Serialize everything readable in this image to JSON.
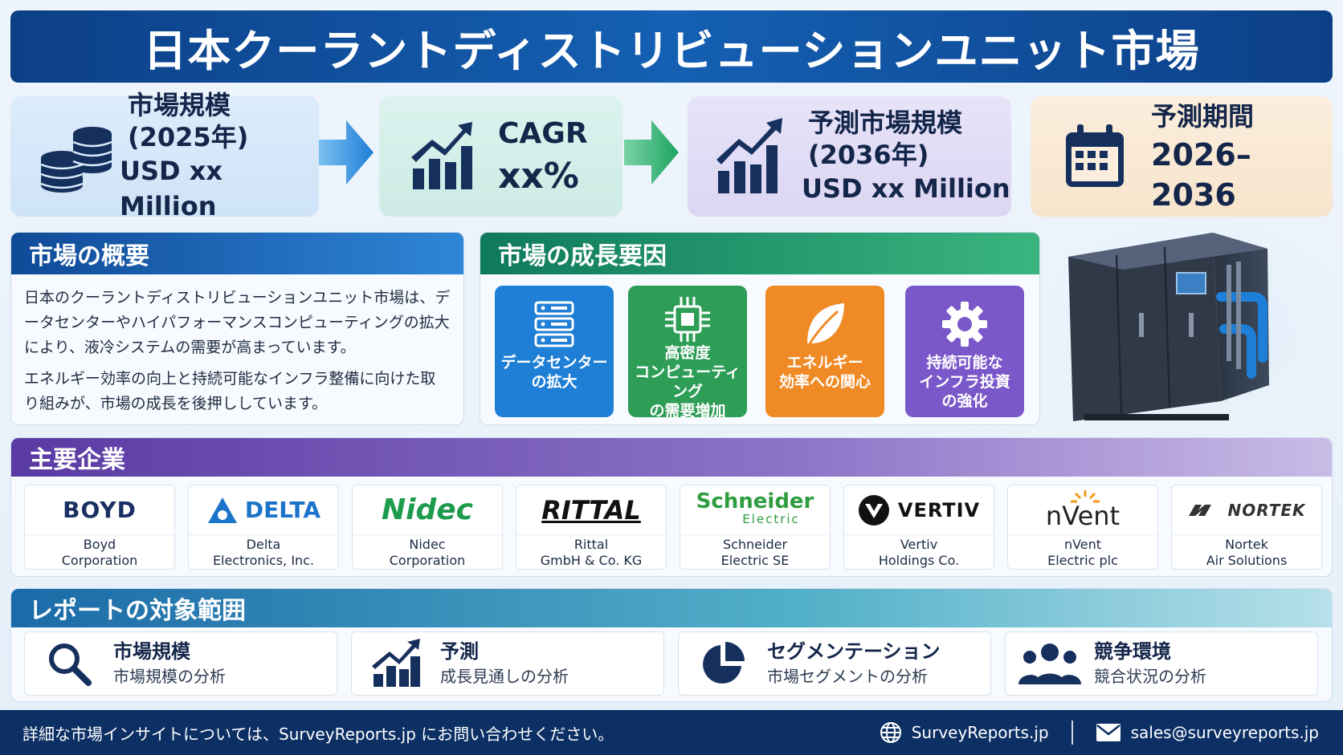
{
  "title": "日本クーラントディストリビューションユニット市場",
  "stats": {
    "market_size": {
      "label": "市場規模",
      "year": "(2025年)",
      "value": "USD xx Million"
    },
    "cagr": {
      "label": "CAGR",
      "value": "xx%"
    },
    "forecast_size": {
      "label": "予測市場規模",
      "year": "(2036年)",
      "value": "USD xx Million"
    },
    "forecast_period": {
      "label": "予測期間",
      "value": "2026–2036"
    }
  },
  "overview": {
    "heading": "市場の概要",
    "paragraphs": [
      "日本のクーラントディストリビューションユニット市場は、データセンターやハイパフォーマンスコンピューティングの拡大により、液冷システムの需要が高まっています。",
      "エネルギー効率の向上と持続可能なインフラ整備に向けた取り組みが、市場の成長を後押ししています。"
    ]
  },
  "growth": {
    "heading": "市場の成長要因",
    "drivers": [
      {
        "label": "データセンター\nの拡大",
        "icon": "server-icon",
        "color": "#1f7fd6"
      },
      {
        "label": "高密度\nコンピューティング\nの需要増加",
        "icon": "chip-icon",
        "color": "#2e9e57"
      },
      {
        "label": "エネルギー\n効率への関心",
        "icon": "leaf-icon",
        "color": "#ef8a24"
      },
      {
        "label": "持続可能な\nインフラ投資\nの強化",
        "icon": "gear-icon",
        "color": "#7b58c9"
      }
    ]
  },
  "companies": {
    "heading": "主要企業",
    "items": [
      {
        "logo": "BOYD",
        "name": "Boyd\nCorporation"
      },
      {
        "logo": "DELTA",
        "name": "Delta\nElectronics, Inc."
      },
      {
        "logo": "Nidec",
        "name": "Nidec\nCorporation"
      },
      {
        "logo": "RITTAL",
        "name": "Rittal\nGmbH & Co. KG"
      },
      {
        "logo": "Schneider",
        "logo_sub": "Electric",
        "name": "Schneider\nElectric SE"
      },
      {
        "logo": "VERTIV",
        "name": "Vertiv\nHoldings Co."
      },
      {
        "logo": "nVent",
        "name": "nVent\nElectric plc"
      },
      {
        "logo": "NORTEK",
        "name": "Nortek\nAir Solutions"
      }
    ]
  },
  "scope": {
    "heading": "レポートの対象範囲",
    "items": [
      {
        "title": "市場規模",
        "sub": "市場規模の分析",
        "icon": "search-icon"
      },
      {
        "title": "予測",
        "sub": "成長見通しの分析",
        "icon": "bar-chart-icon"
      },
      {
        "title": "セグメンテーション",
        "sub": "市場セグメントの分析",
        "icon": "pie-chart-icon"
      },
      {
        "title": "競争環境",
        "sub": "競合状況の分析",
        "icon": "people-icon"
      }
    ]
  },
  "footer": {
    "text": "詳細な市場インサイトについては、SurveyReports.jp にお問い合わせください。",
    "website": "SurveyReports.jp",
    "email": "sales@surveyreports.jp"
  },
  "colors": {
    "navy": "#0c3f86",
    "footer": "#0c2f64"
  }
}
